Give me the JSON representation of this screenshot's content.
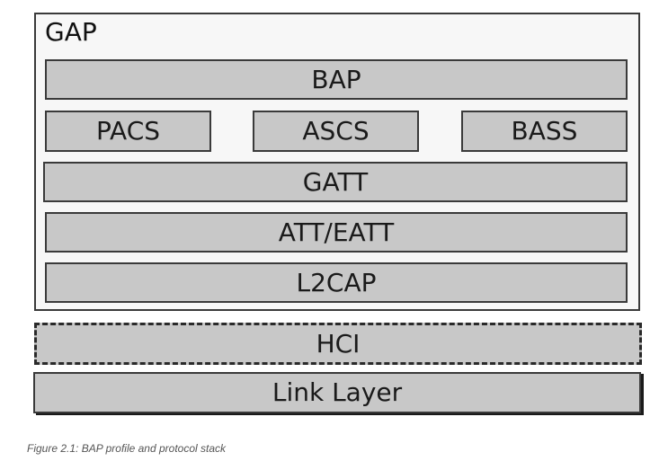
{
  "diagram": {
    "container": {
      "label": "GAP"
    },
    "layers": {
      "bap": "BAP",
      "services": [
        "PACS",
        "ASCS",
        "BASS"
      ],
      "gatt": "GATT",
      "att": "ATT/EATT",
      "l2cap": "L2CAP",
      "hci": "HCI",
      "link_layer": "Link Layer"
    },
    "colors": {
      "block_fill": "#c8c8c8",
      "frame_fill": "#f7f7f7",
      "stroke": "#3a3a3a"
    }
  },
  "caption": "Figure 2.1: BAP profile and protocol stack"
}
